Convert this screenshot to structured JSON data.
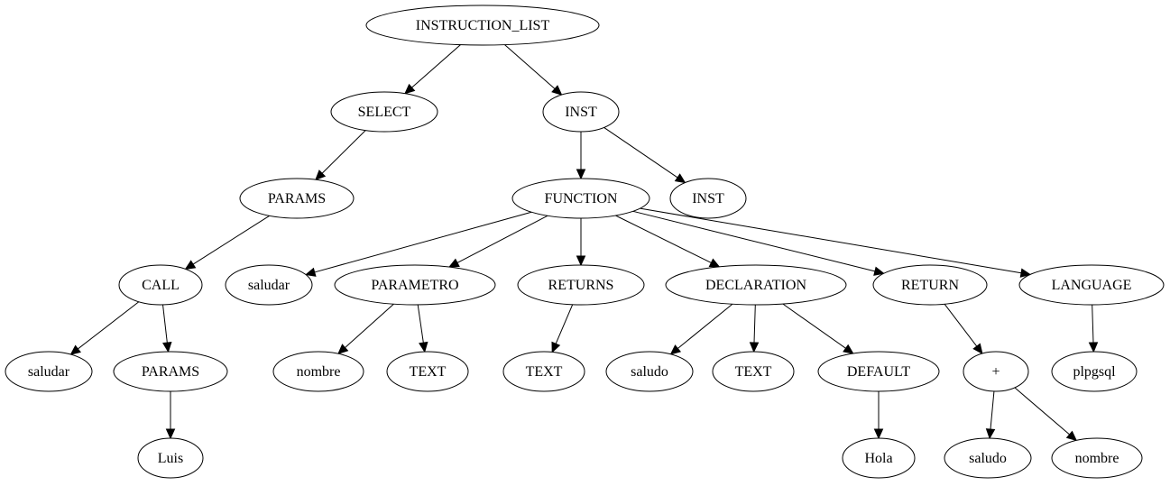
{
  "diagram": {
    "type": "syntax-tree",
    "nodes": [
      {
        "id": "n_root",
        "label": "INSTRUCTION_LIST"
      },
      {
        "id": "n_select",
        "label": "SELECT"
      },
      {
        "id": "n_inst",
        "label": "INST"
      },
      {
        "id": "n_params1",
        "label": "PARAMS"
      },
      {
        "id": "n_function",
        "label": "FUNCTION"
      },
      {
        "id": "n_inst2",
        "label": "INST"
      },
      {
        "id": "n_call",
        "label": "CALL"
      },
      {
        "id": "n_saludar_fn",
        "label": "saludar"
      },
      {
        "id": "n_parametro",
        "label": "PARAMETRO"
      },
      {
        "id": "n_returns",
        "label": "RETURNS"
      },
      {
        "id": "n_declaration",
        "label": "DECLARATION"
      },
      {
        "id": "n_return",
        "label": "RETURN"
      },
      {
        "id": "n_language",
        "label": "LANGUAGE"
      },
      {
        "id": "n_saludar_call",
        "label": "saludar"
      },
      {
        "id": "n_params2",
        "label": "PARAMS"
      },
      {
        "id": "n_nombre1",
        "label": "nombre"
      },
      {
        "id": "n_text1",
        "label": "TEXT"
      },
      {
        "id": "n_text2",
        "label": "TEXT"
      },
      {
        "id": "n_saludo1",
        "label": "saludo"
      },
      {
        "id": "n_text3",
        "label": "TEXT"
      },
      {
        "id": "n_default",
        "label": "DEFAULT"
      },
      {
        "id": "n_plus",
        "label": "+"
      },
      {
        "id": "n_plpgsql",
        "label": "plpgsql"
      },
      {
        "id": "n_luis",
        "label": "Luis"
      },
      {
        "id": "n_hola",
        "label": "Hola"
      },
      {
        "id": "n_saludo2",
        "label": "saludo"
      },
      {
        "id": "n_nombre2",
        "label": "nombre"
      }
    ],
    "edges": [
      {
        "from": "n_root",
        "to": "n_select"
      },
      {
        "from": "n_root",
        "to": "n_inst"
      },
      {
        "from": "n_select",
        "to": "n_params1"
      },
      {
        "from": "n_inst",
        "to": "n_function"
      },
      {
        "from": "n_inst",
        "to": "n_inst2"
      },
      {
        "from": "n_params1",
        "to": "n_call"
      },
      {
        "from": "n_call",
        "to": "n_saludar_call"
      },
      {
        "from": "n_call",
        "to": "n_params2"
      },
      {
        "from": "n_params2",
        "to": "n_luis"
      },
      {
        "from": "n_function",
        "to": "n_saludar_fn"
      },
      {
        "from": "n_function",
        "to": "n_parametro"
      },
      {
        "from": "n_function",
        "to": "n_returns"
      },
      {
        "from": "n_function",
        "to": "n_declaration"
      },
      {
        "from": "n_function",
        "to": "n_return"
      },
      {
        "from": "n_function",
        "to": "n_language"
      },
      {
        "from": "n_parametro",
        "to": "n_nombre1"
      },
      {
        "from": "n_parametro",
        "to": "n_text1"
      },
      {
        "from": "n_returns",
        "to": "n_text2"
      },
      {
        "from": "n_declaration",
        "to": "n_saludo1"
      },
      {
        "from": "n_declaration",
        "to": "n_text3"
      },
      {
        "from": "n_declaration",
        "to": "n_default"
      },
      {
        "from": "n_default",
        "to": "n_hola"
      },
      {
        "from": "n_return",
        "to": "n_plus"
      },
      {
        "from": "n_plus",
        "to": "n_saludo2"
      },
      {
        "from": "n_plus",
        "to": "n_nombre2"
      },
      {
        "from": "n_language",
        "to": "n_plpgsql"
      }
    ]
  }
}
